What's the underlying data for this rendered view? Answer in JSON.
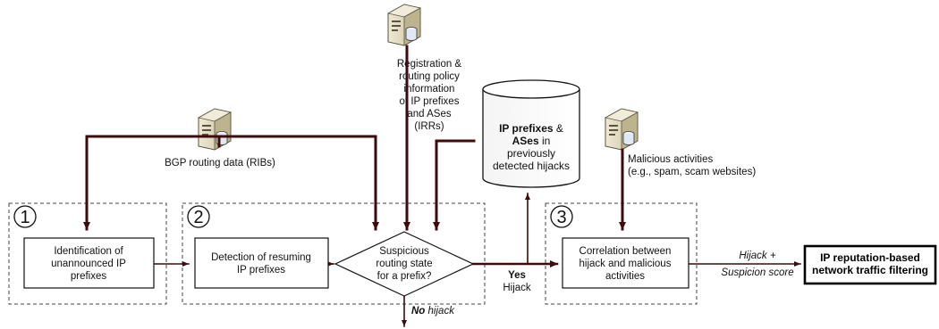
{
  "stages": [
    {
      "number": "1"
    },
    {
      "number": "2"
    },
    {
      "number": "3"
    }
  ],
  "processes": {
    "identification": [
      "Identification of",
      "unannounced IP",
      "prefixes"
    ],
    "detection": [
      "Detection of resuming",
      "IP prefixes"
    ],
    "correlation": [
      "Correlation between",
      "hijack and malicious",
      "activities"
    ]
  },
  "decision": [
    "Suspicious",
    "routing state",
    "for a prefix?"
  ],
  "sources": {
    "bgp": "BGP routing data (RIBs)",
    "irr": [
      "Registration &",
      "routing policy",
      "information",
      "of IP prefixes",
      "and ASes",
      "(IRRs)"
    ],
    "malicious": [
      "Malicious activities",
      "(e.g., spam, scam websites)"
    ]
  },
  "database": {
    "line1_bold": "IP prefixes",
    "line1_rest": " &",
    "line2_bold": "ASes",
    "line2_rest": " in",
    "line3": "previously",
    "line4": "detected hijacks"
  },
  "edges": {
    "yes_bold": "Yes",
    "yes_rest": "Hijack",
    "no_bold": "No",
    "no_rest": " hijack",
    "score_line1": "Hijack +",
    "score_line2": "Suspicion score"
  },
  "output": [
    "IP reputation-based",
    "network traffic filtering"
  ],
  "colors": {
    "arrow": "#3d0b0b",
    "box_border": "#111111",
    "stage_border": "#444444",
    "server_body": "#d9d2b8",
    "server_dark": "#5a5340"
  },
  "icons": [
    "server-icon-bgp",
    "server-icon-irr",
    "server-icon-malicious",
    "database-cylinder"
  ]
}
